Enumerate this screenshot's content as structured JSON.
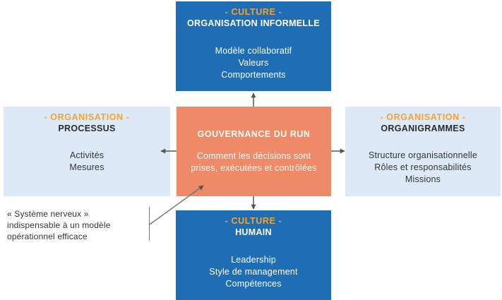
{
  "top": {
    "eyebrow": "- CULTURE -",
    "title": "ORGANISATION INFORMELLE",
    "items": [
      "Modèle collaboratif",
      "Valeurs",
      "Comportements"
    ]
  },
  "left": {
    "eyebrow": "- ORGANISATION -",
    "title": "PROCESSUS",
    "items": [
      "Activités",
      "Mesures"
    ]
  },
  "center": {
    "title": "GOUVERNANCE DU RUN",
    "desc": "Comment les décisions sont prises, exécutées et contrôlées"
  },
  "right": {
    "eyebrow": "- ORGANISATION -",
    "title": "ORGANIGRAMMES",
    "items": [
      "Structure organisationnelle",
      "Rôles et responsabilités",
      "Missions"
    ]
  },
  "bottom": {
    "eyebrow": "- CULTURE -",
    "title": "HUMAIN",
    "items": [
      "Leadership",
      "Style de management",
      "Compétences"
    ]
  },
  "note": {
    "lines": [
      "« Système nerveux »",
      "indispensable à un modèle",
      "opérationnel efficace"
    ]
  },
  "colors": {
    "dark_blue": "#1f6db5",
    "light_blue": "#dde9f6",
    "orange": "#ee8a67",
    "accent_gold": "#f2a431"
  }
}
